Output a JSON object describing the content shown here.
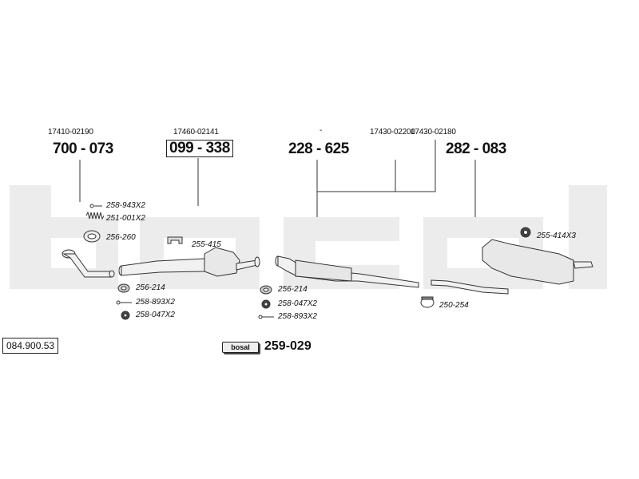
{
  "colors": {
    "line": "#333333",
    "pipe_fill": "#f1f1f1",
    "watermark": "#ececec"
  },
  "oem_numbers": {
    "front": "17410-02190",
    "cat": "17460-02141",
    "middle_a": "17430-02200",
    "middle_b": "17430-02180",
    "dot": "-"
  },
  "section_numbers": {
    "front_pipe": "700 - 073",
    "catalyst": "099 - 338",
    "middle_silencer": "228 - 625",
    "rear_silencer": "282 - 083"
  },
  "parts": {
    "bolt_a": "258-943X2",
    "spring": "251-001X2",
    "ring": "256-260",
    "bracket_cat": "255-415",
    "gasket_front": "256-214",
    "bolt_front": "258-893X2",
    "nut_front": "258-047X2",
    "gasket_mid": "256-214",
    "nut_mid": "258-047X2",
    "bolt_mid": "258-893X2",
    "clamp": "250-254",
    "rubber_rear": "255-414X3"
  },
  "reference": "084.900.53",
  "kit": {
    "logo_text": "bosal",
    "number": "259-029"
  }
}
